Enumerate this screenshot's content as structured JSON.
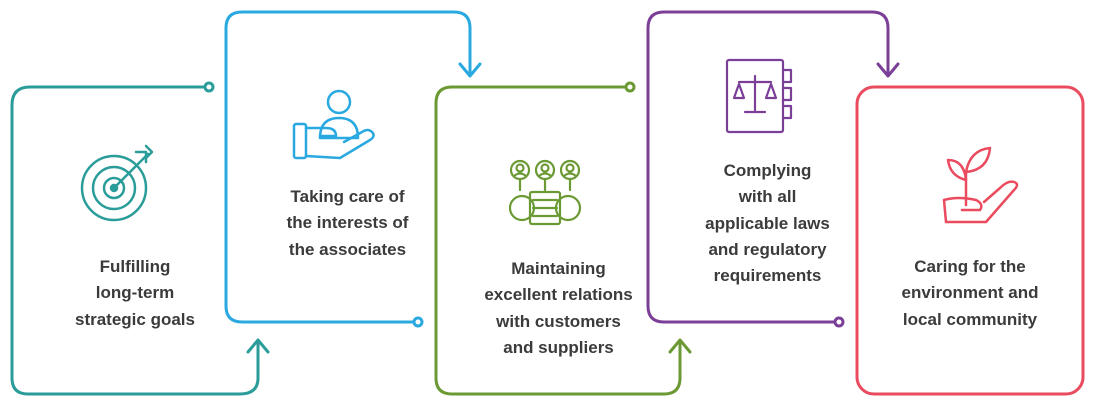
{
  "steps": [
    {
      "id": "goals",
      "color": "#2a9d9a",
      "icon": "target-icon",
      "lines": [
        "Fulfilling",
        "long-term",
        "strategic goals"
      ]
    },
    {
      "id": "associates",
      "color": "#29a9e0",
      "icon": "hand-person-icon",
      "lines": [
        "Taking care of",
        "the interests of",
        "the associates"
      ]
    },
    {
      "id": "relations",
      "color": "#6b9a34",
      "icon": "people-gears-icon",
      "lines": [
        "Maintaining",
        "excellent relations",
        "with customers",
        "and suppliers"
      ]
    },
    {
      "id": "compliance",
      "color": "#7b3f98",
      "icon": "law-book-icon",
      "lines": [
        "Complying",
        "with all",
        "applicable laws",
        "and regulatory",
        "requirements"
      ]
    },
    {
      "id": "environment",
      "color": "#ea4b5f",
      "icon": "plant-hand-icon",
      "lines": [
        "Caring for the",
        "environment and",
        "local community"
      ]
    }
  ]
}
